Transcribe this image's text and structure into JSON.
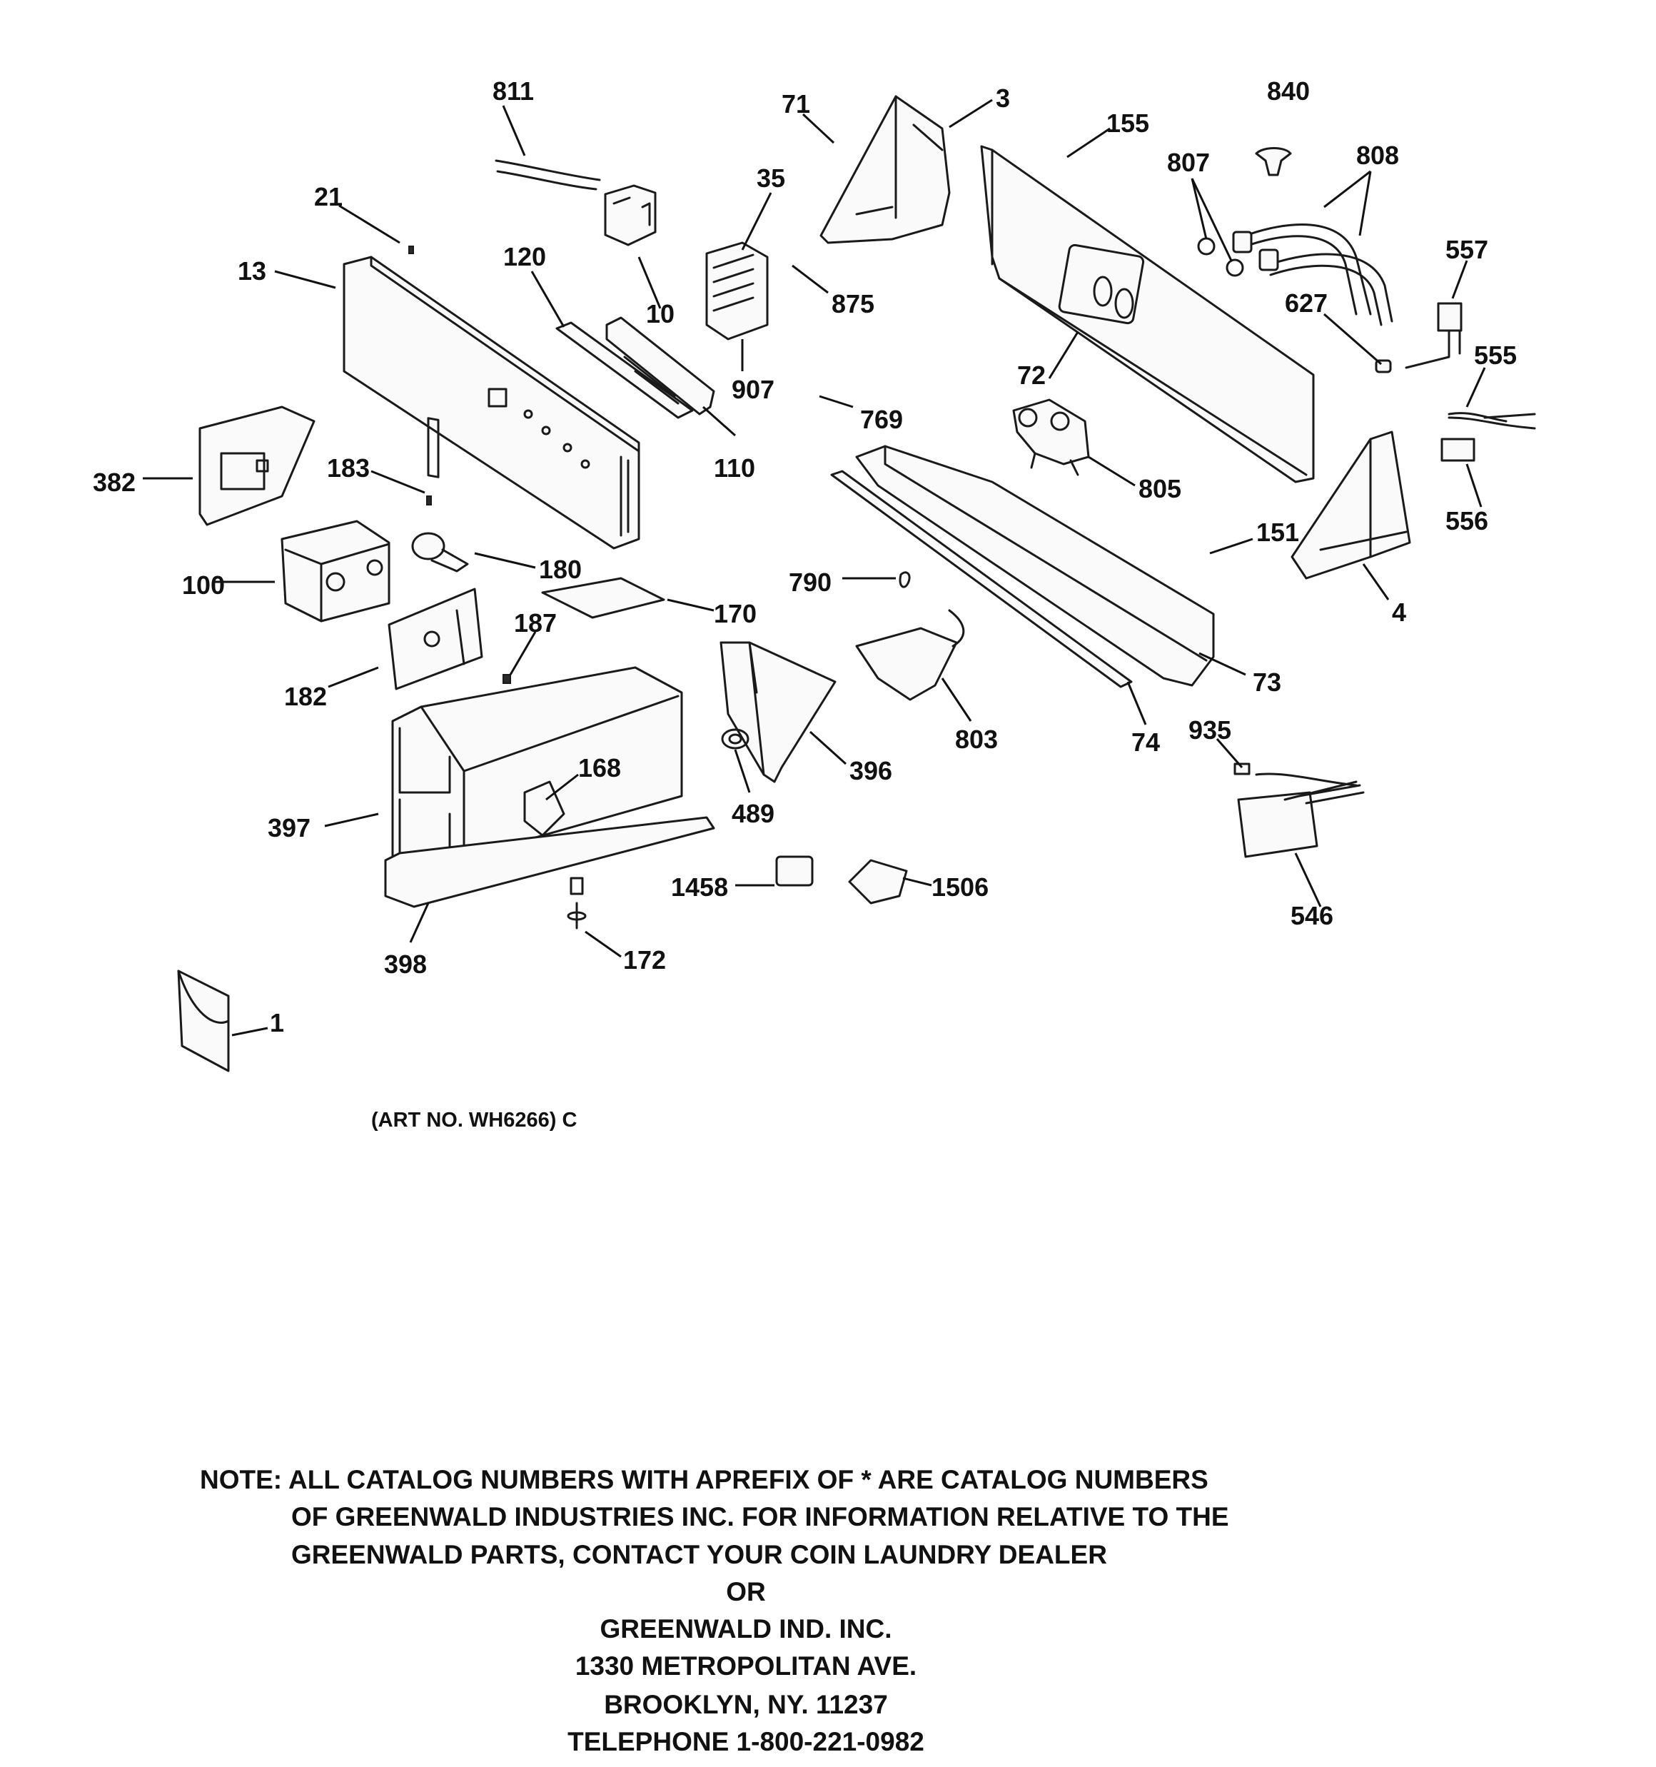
{
  "parts": [
    {
      "id": "p811",
      "label": "811"
    },
    {
      "id": "p71",
      "label": "71"
    },
    {
      "id": "p3",
      "label": "3"
    },
    {
      "id": "p840",
      "label": "840"
    },
    {
      "id": "p155",
      "label": "155"
    },
    {
      "id": "p807",
      "label": "807"
    },
    {
      "id": "p808",
      "label": "808"
    },
    {
      "id": "p21",
      "label": "21"
    },
    {
      "id": "p35",
      "label": "35"
    },
    {
      "id": "p13",
      "label": "13"
    },
    {
      "id": "p120",
      "label": "120"
    },
    {
      "id": "p557",
      "label": "557"
    },
    {
      "id": "p875",
      "label": "875"
    },
    {
      "id": "p10",
      "label": "10"
    },
    {
      "id": "p627",
      "label": "627"
    },
    {
      "id": "p555",
      "label": "555"
    },
    {
      "id": "p72",
      "label": "72"
    },
    {
      "id": "p907",
      "label": "907"
    },
    {
      "id": "p769",
      "label": "769"
    },
    {
      "id": "p382",
      "label": "382"
    },
    {
      "id": "p183",
      "label": "183"
    },
    {
      "id": "p110",
      "label": "110"
    },
    {
      "id": "p805",
      "label": "805"
    },
    {
      "id": "p556",
      "label": "556"
    },
    {
      "id": "p151",
      "label": "151"
    },
    {
      "id": "p180",
      "label": "180"
    },
    {
      "id": "p100",
      "label": "100"
    },
    {
      "id": "p790",
      "label": "790"
    },
    {
      "id": "p170",
      "label": "170"
    },
    {
      "id": "p4",
      "label": "4"
    },
    {
      "id": "p187",
      "label": "187"
    },
    {
      "id": "p73",
      "label": "73"
    },
    {
      "id": "p182",
      "label": "182"
    },
    {
      "id": "p803",
      "label": "803"
    },
    {
      "id": "p74",
      "label": "74"
    },
    {
      "id": "p935",
      "label": "935"
    },
    {
      "id": "p168",
      "label": "168"
    },
    {
      "id": "p396",
      "label": "396"
    },
    {
      "id": "p397",
      "label": "397"
    },
    {
      "id": "p489",
      "label": "489"
    },
    {
      "id": "p1458",
      "label": "1458"
    },
    {
      "id": "p1506",
      "label": "1506"
    },
    {
      "id": "p546",
      "label": "546"
    },
    {
      "id": "p398",
      "label": "398"
    },
    {
      "id": "p172",
      "label": "172"
    },
    {
      "id": "p1",
      "label": "1"
    }
  ],
  "art_no": "(ART NO. WH6266) C",
  "note": {
    "lines": [
      "NOTE: ALL CATALOG NUMBERS WITH APREFIX OF * ARE CATALOG NUMBERS",
      "OF GREENWALD INDUSTRIES INC. FOR INFORMATION RELATIVE TO THE",
      "GREENWALD PARTS, CONTACT YOUR COIN LAUNDRY DEALER",
      "OR",
      "GREENWALD IND. INC.",
      "1330 METROPOLITAN AVE.",
      "BROOKLYN, NY. 11237",
      "TELEPHONE 1-800-221-0982"
    ]
  }
}
